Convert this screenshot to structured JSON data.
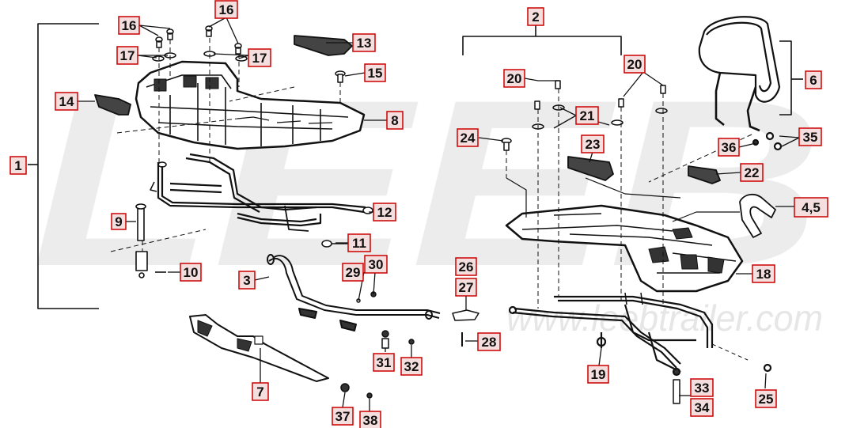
{
  "watermark": {
    "brand": "LEEB",
    "site": "www.leebtrailer.com"
  },
  "colors": {
    "callout_border": "#cc0000",
    "callout_bg": "#f4dede",
    "line": "#111111",
    "watermark": "#ececec"
  },
  "callouts": [
    {
      "id": "c1",
      "label": "1"
    },
    {
      "id": "c2",
      "label": "2"
    },
    {
      "id": "c3",
      "label": "3"
    },
    {
      "id": "c45",
      "label": "4,5"
    },
    {
      "id": "c6",
      "label": "6"
    },
    {
      "id": "c7",
      "label": "7"
    },
    {
      "id": "c8",
      "label": "8"
    },
    {
      "id": "c9",
      "label": "9"
    },
    {
      "id": "c10",
      "label": "10"
    },
    {
      "id": "c11",
      "label": "11"
    },
    {
      "id": "c12",
      "label": "12"
    },
    {
      "id": "c13",
      "label": "13"
    },
    {
      "id": "c14",
      "label": "14"
    },
    {
      "id": "c15",
      "label": "15"
    },
    {
      "id": "c16a",
      "label": "16"
    },
    {
      "id": "c16b",
      "label": "16"
    },
    {
      "id": "c17a",
      "label": "17"
    },
    {
      "id": "c17b",
      "label": "17"
    },
    {
      "id": "c18",
      "label": "18"
    },
    {
      "id": "c19",
      "label": "19"
    },
    {
      "id": "c20a",
      "label": "20"
    },
    {
      "id": "c20b",
      "label": "20"
    },
    {
      "id": "c21",
      "label": "21"
    },
    {
      "id": "c22",
      "label": "22"
    },
    {
      "id": "c23",
      "label": "23"
    },
    {
      "id": "c24",
      "label": "24"
    },
    {
      "id": "c25",
      "label": "25"
    },
    {
      "id": "c26",
      "label": "26"
    },
    {
      "id": "c27",
      "label": "27"
    },
    {
      "id": "c28",
      "label": "28"
    },
    {
      "id": "c29",
      "label": "29"
    },
    {
      "id": "c30",
      "label": "30"
    },
    {
      "id": "c31",
      "label": "31"
    },
    {
      "id": "c32",
      "label": "32"
    },
    {
      "id": "c33",
      "label": "33"
    },
    {
      "id": "c34",
      "label": "34"
    },
    {
      "id": "c35",
      "label": "35"
    },
    {
      "id": "c36",
      "label": "36"
    },
    {
      "id": "c37",
      "label": "37"
    },
    {
      "id": "c38",
      "label": "38"
    }
  ]
}
